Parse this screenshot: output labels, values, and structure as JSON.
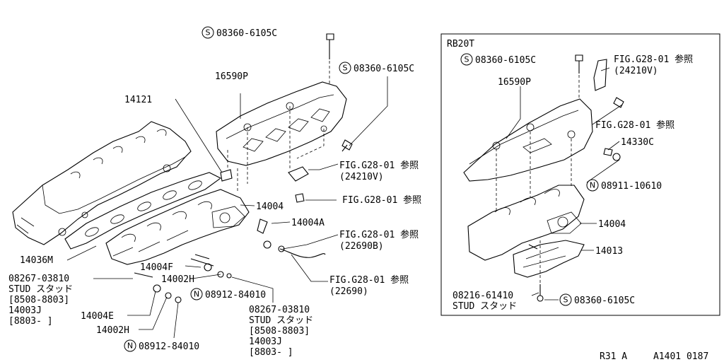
{
  "diagram_ref": "R31 A",
  "diagram_code": "A1401 0187",
  "inset_title": "RB20T",
  "symbols": {
    "s": "S",
    "n": "N"
  },
  "main_labels": {
    "bolt_top_a": "08360-6105C",
    "bolt_top_b": "08360-6105C",
    "cover_16590p": "16590P",
    "gasket_14121": "14121",
    "fig_24210v_a": "FIG.G28-01 参照",
    "fig_24210v_a_sub": "(24210V)",
    "fig_bolt_a": "FIG.G28-01 参照",
    "manifold_14004": "14004",
    "stud_14004a": "14004A",
    "fig_22690b": "FIG.G28-01 参照",
    "fig_22690b_sub": "(22690B)",
    "fig_22690": "FIG.G28-01 参照",
    "fig_22690_sub": "(22690)",
    "gasket_14036m": "14036M",
    "stud_14004f": "14004F",
    "washer_14002h_a": "14002H",
    "nut_08912_a": "08912-84010",
    "stud_08267_a": "08267-03810",
    "stud_08267_a_text": "STUD スタッド",
    "stud_08267_a_date": "[8508-8803]",
    "stud_08267_a_alt": "14003J",
    "stud_08267_a_alt_date": "[8803-    ]",
    "stud_14004e": "14004E",
    "washer_14002h_b": "14002H",
    "nut_08912_b": "08912-84010",
    "stud_08267_b": "08267-03810",
    "stud_08267_b_text": "STUD スタッド",
    "stud_08267_b_date": "[8508-8803]",
    "stud_08267_b_alt": "14003J",
    "stud_08267_b_alt_date": "[8803-    ]"
  },
  "inset_labels": {
    "bolt_top": "08360-6105C",
    "fig_24210v": "FIG.G28-01 参照",
    "fig_24210v_sub": "(24210V)",
    "cover_16590p": "16590P",
    "fig_bracket": "FIG.G28-01 参照",
    "gasket_14330c": "14330C",
    "nut_08911": "08911-10610",
    "manifold_14004": "14004",
    "heatshield_14013": "14013",
    "stud_08216": "08216-61410",
    "stud_08216_text": "STUD スタッド",
    "bolt_bottom": "08360-6105C"
  }
}
